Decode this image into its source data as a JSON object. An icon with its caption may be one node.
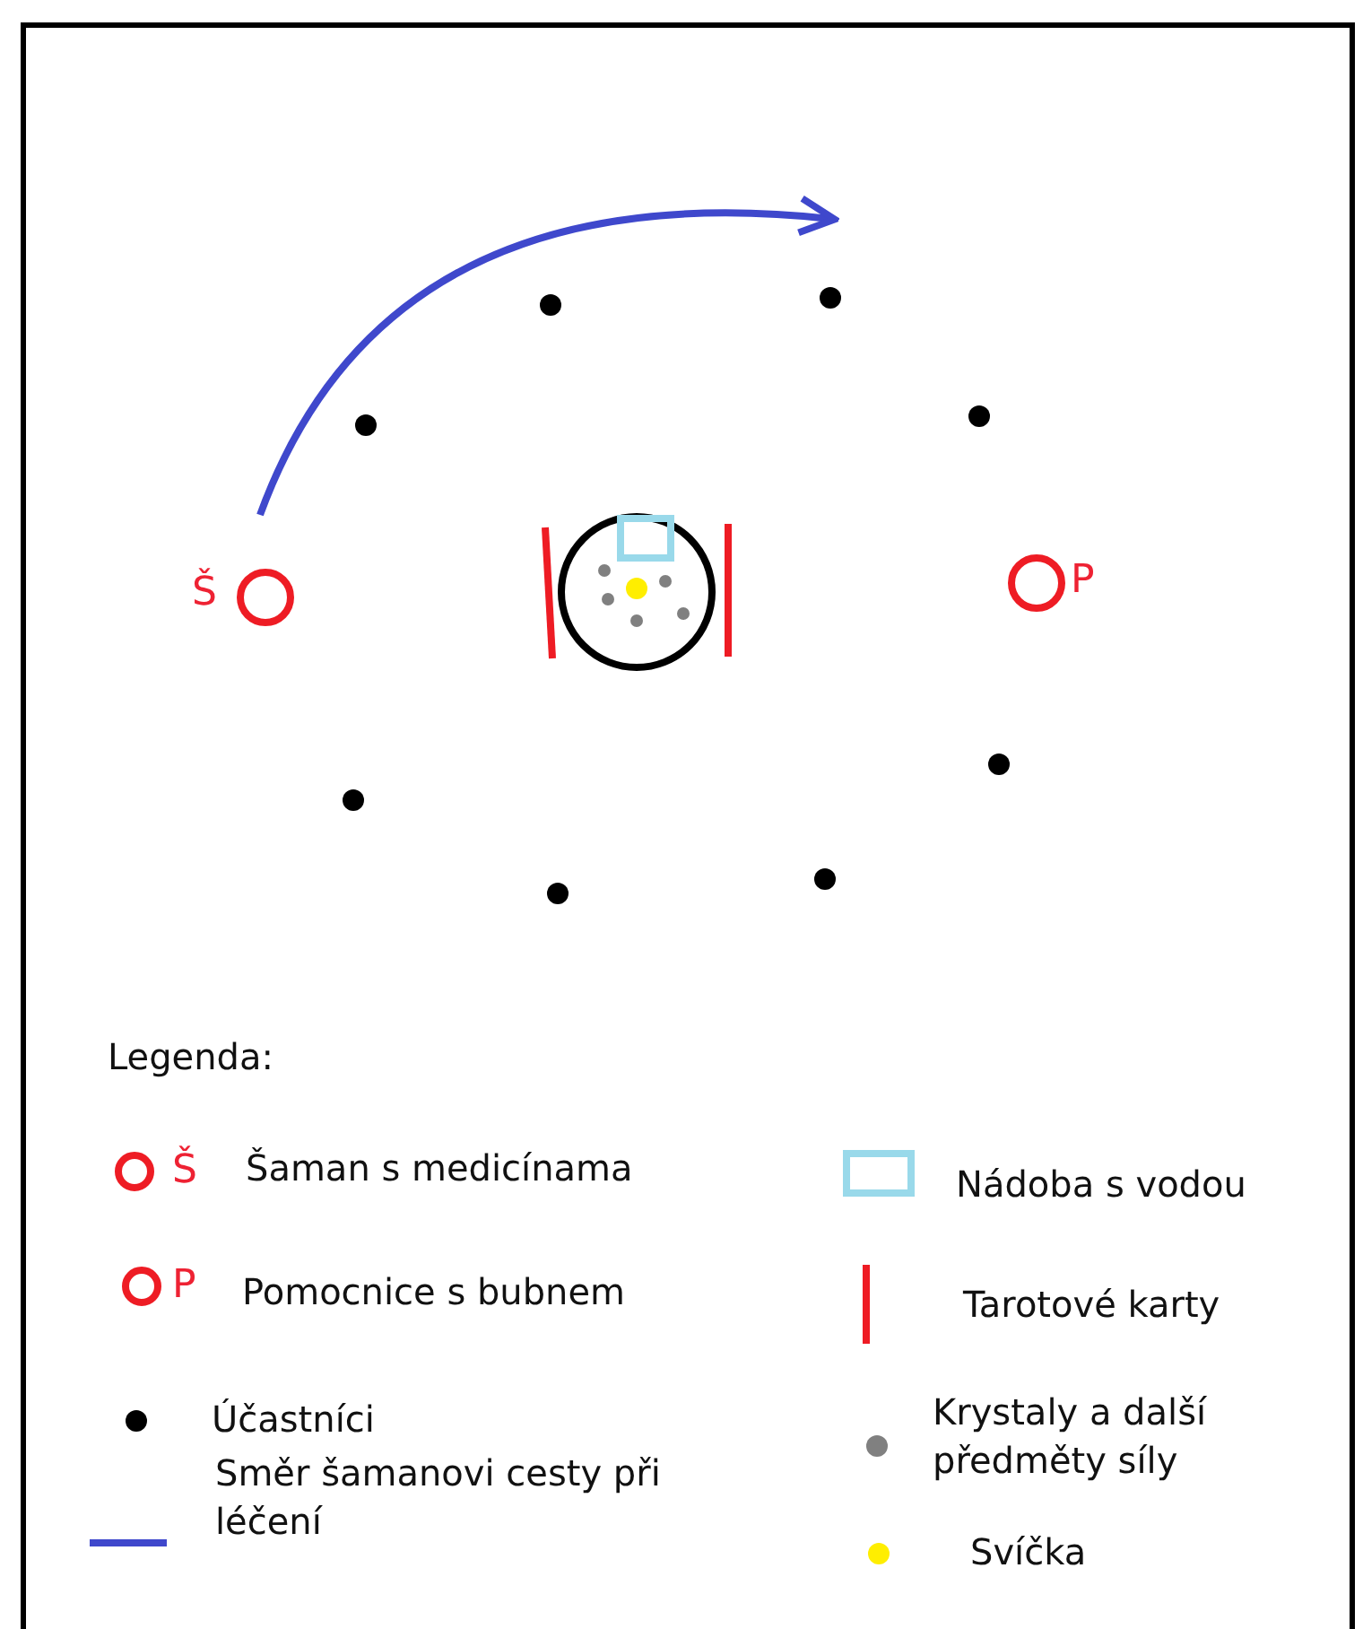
{
  "diagram": {
    "labels": [
      "Š",
      "P",
      "Legenda:",
      "Š",
      "P"
    ],
    "legend": [
      {
        "text": "Šaman s medicínama"
      },
      {
        "text": "Nádoba s vodou"
      },
      {
        "text": "Pomocnice s bubnem"
      },
      {
        "text": "Tarotové karty"
      },
      {
        "text": "Účastníci",
        "color": "#000000"
      },
      {
        "text": "Krystaly a další předměty síly",
        "color": "#808080"
      },
      {
        "text": "Směr šamanovi cesty při léčení"
      },
      {
        "text": "Svíčka",
        "color": "#ffee00"
      }
    ]
  }
}
